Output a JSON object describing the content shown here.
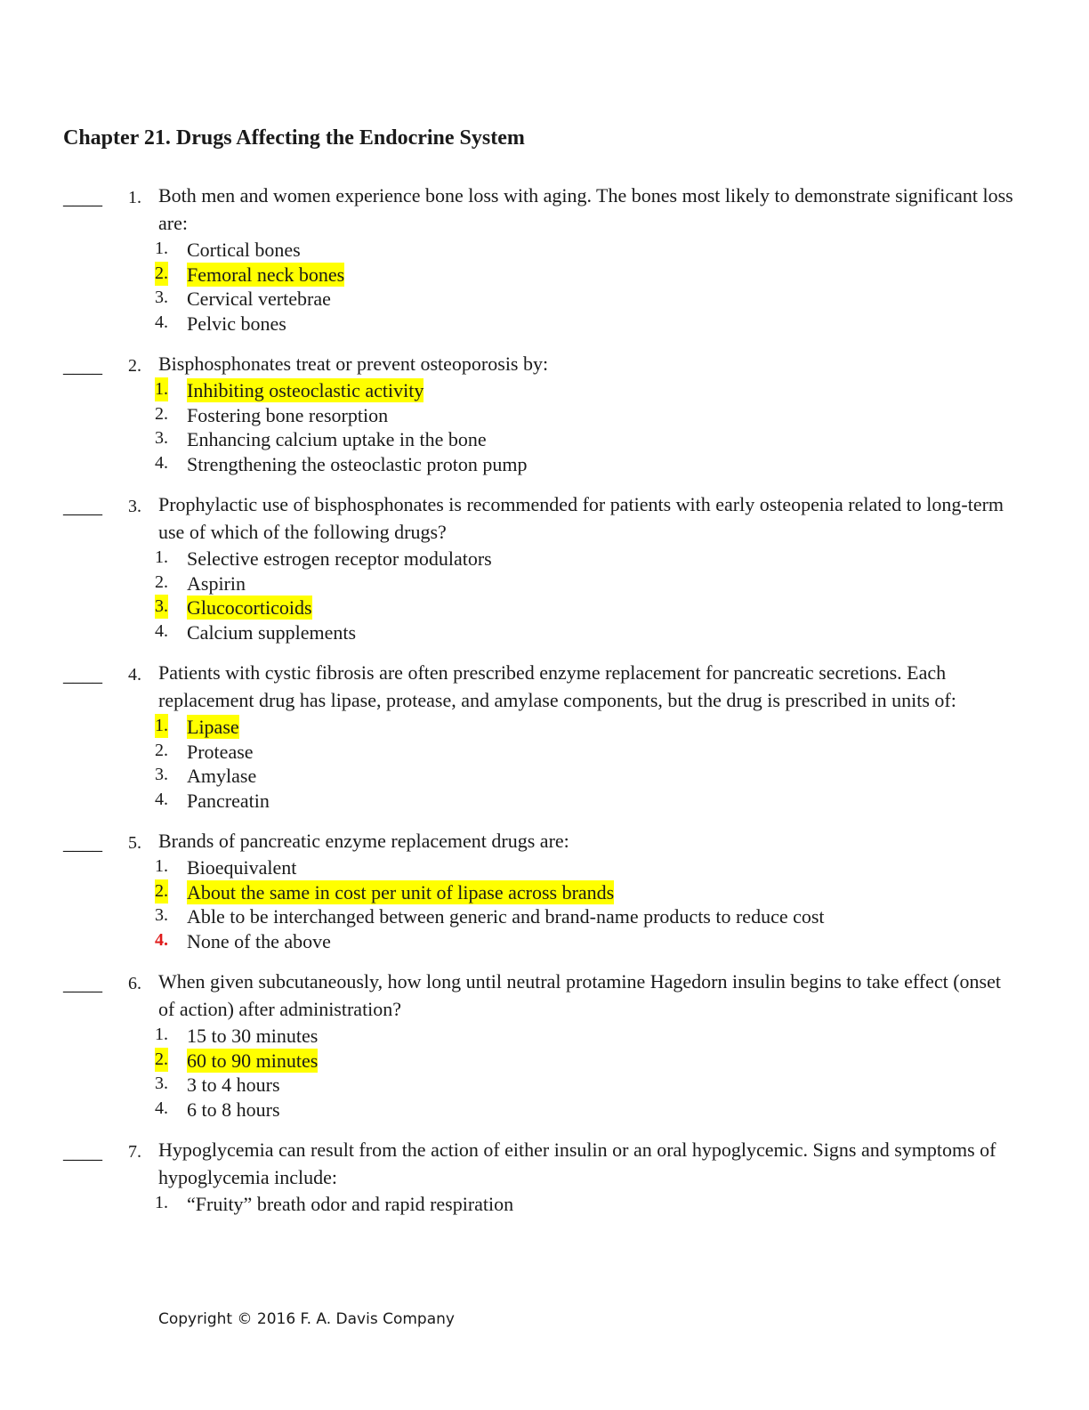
{
  "document": {
    "title": "Chapter 21. Drugs Affecting the Endocrine System",
    "footer": "Copyright © 2016 F. A. Davis Company",
    "blank": "____"
  },
  "questions": [
    {
      "number": "1.",
      "stem": "Both men and women experience bone loss with aging. The bones most likely to demonstrate significant loss are:",
      "options": [
        {
          "number": "1.",
          "text": "Cortical bones"
        },
        {
          "number": "2.",
          "text": "Femoral neck bones",
          "highlight": true
        },
        {
          "number": "3.",
          "text": "Cervical vertebrae"
        },
        {
          "number": "4.",
          "text": "Pelvic bones"
        }
      ]
    },
    {
      "number": "2.",
      "stem": "Bisphosphonates treat or prevent osteoporosis by:",
      "options": [
        {
          "number": "1.",
          "text": "Inhibiting osteoclastic activity",
          "highlight": true
        },
        {
          "number": "2.",
          "text": "Fostering bone resorption"
        },
        {
          "number": "3.",
          "text": "Enhancing calcium uptake in the bone"
        },
        {
          "number": "4.",
          "text": "Strengthening the osteoclastic proton pump"
        }
      ]
    },
    {
      "number": "3.",
      "stem": "Prophylactic use of bisphosphonates is recommended for patients with early osteopenia related to long-term use of which of the following drugs?",
      "options": [
        {
          "number": "1.",
          "text": "Selective estrogen receptor modulators"
        },
        {
          "number": "2.",
          "text": "Aspirin"
        },
        {
          "number": "3.",
          "text": "Glucocorticoids",
          "highlight": true
        },
        {
          "number": "4.",
          "text": "Calcium supplements"
        }
      ]
    },
    {
      "number": "4.",
      "stem": "Patients with cystic fibrosis are often prescribed enzyme replacement for pancreatic secretions. Each replacement drug has lipase, protease, and amylase components, but the drug is prescribed in units of:",
      "options": [
        {
          "number": "1.",
          "text": "Lipase",
          "highlight": true
        },
        {
          "number": "2.",
          "text": "Protease"
        },
        {
          "number": "3.",
          "text": "Amylase"
        },
        {
          "number": "4.",
          "text": "Pancreatin"
        }
      ]
    },
    {
      "number": "5.",
      "stem": "Brands of pancreatic enzyme replacement drugs are:",
      "options": [
        {
          "number": "1.",
          "text": "Bioequivalent"
        },
        {
          "number": "2.",
          "text": "About the same in cost per unit of lipase across brands",
          "highlight": true
        },
        {
          "number": "3.",
          "text": "Able to be interchanged between generic and brand-name products to reduce cost"
        },
        {
          "number": "4.",
          "text": "None of the above",
          "number_color": "#e01b1b"
        }
      ]
    },
    {
      "number": "6.",
      "stem": "When given subcutaneously, how long until neutral protamine Hagedorn insulin begins to take effect (onset of action) after administration?",
      "options": [
        {
          "number": "1.",
          "text": "15 to 30 minutes"
        },
        {
          "number": "2.",
          "text": "60 to 90 minutes",
          "highlight": true
        },
        {
          "number": "3.",
          "text": "3 to 4 hours"
        },
        {
          "number": "4.",
          "text": "6 to 8 hours"
        }
      ]
    },
    {
      "number": "7.",
      "stem": "Hypoglycemia can result from the action of either insulin or an oral hypoglycemic. Signs and symptoms of hypoglycemia include:",
      "options": [
        {
          "number": "1.",
          "text": "“Fruity” breath odor and rapid respiration"
        }
      ]
    }
  ]
}
